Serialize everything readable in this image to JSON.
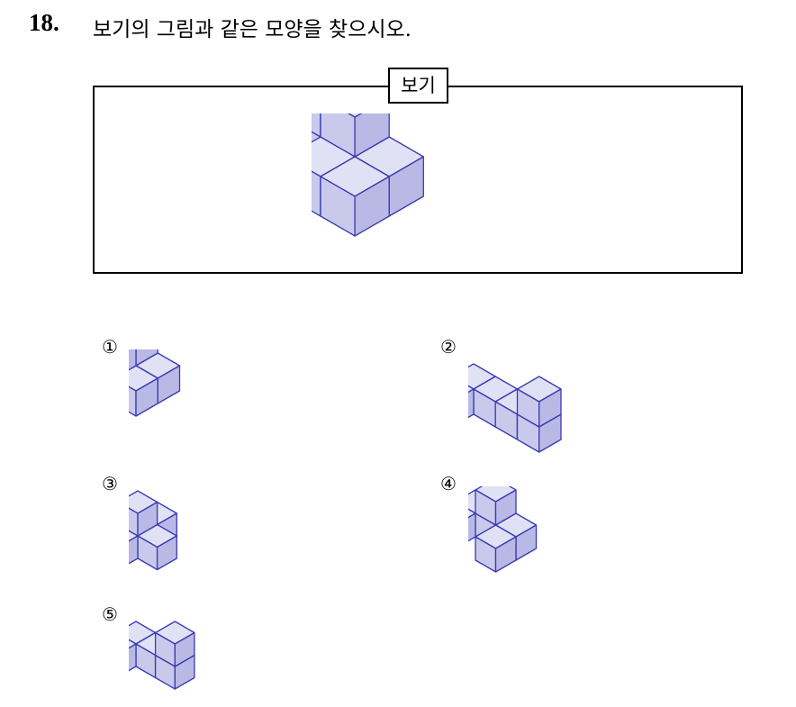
{
  "question": {
    "number": "18.",
    "text": "보기의 그림과 같은 모양을 찾으시오."
  },
  "bogi": {
    "label": "보기"
  },
  "options": [
    {
      "label": "①"
    },
    {
      "label": "②"
    },
    {
      "label": "③"
    },
    {
      "label": "④"
    },
    {
      "label": "⑤"
    }
  ],
  "colors": {
    "cube_top": "#e1e1f6",
    "cube_left": "#c9c9ec",
    "cube_right": "#b9b9e6",
    "cube_edge": "#3a3ab2"
  }
}
